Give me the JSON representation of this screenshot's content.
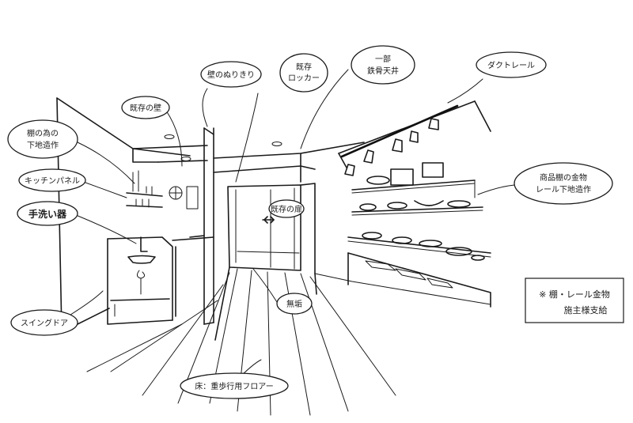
{
  "labels": {
    "wall_paint_top": "壁のぬりきり",
    "back_office_locker": "既存\nロッカー",
    "existing_material_1": "既存の壁",
    "shelf_base": "棚の為の\n下地造作",
    "kitchen_panel": "キッチンパネル",
    "hand_wash": "手洗い器",
    "swing_door": "スイングドア",
    "existing_door": "既存の扉",
    "wood": "無垢",
    "partial_steel": "一部\n鉄骨天井",
    "duct_rail": "ダクトレール",
    "product_shelf": "商品棚の金物\nレール下地造作",
    "floor": "床：重歩行用フロアー"
  },
  "note": {
    "line1": "※ 棚・レール金物",
    "line2": "施主様支給"
  }
}
